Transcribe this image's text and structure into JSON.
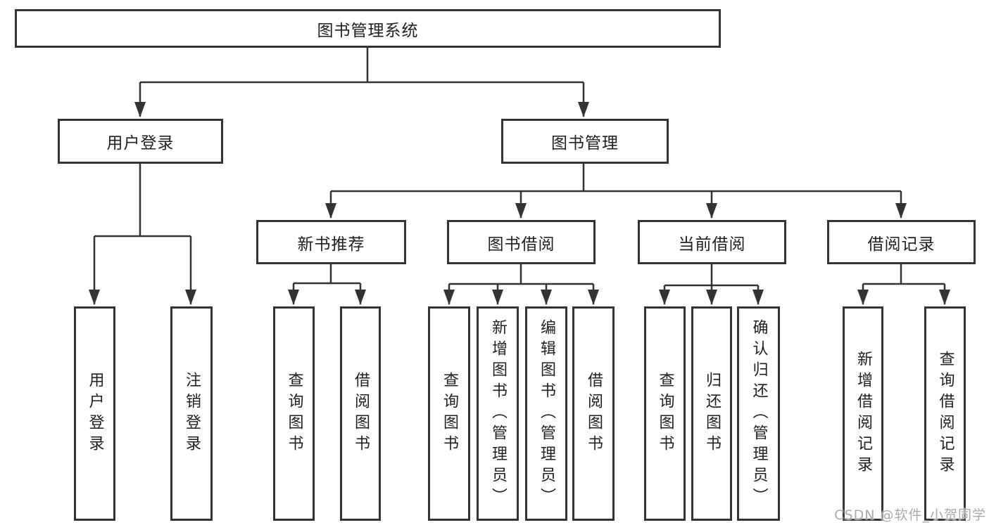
{
  "styles": {
    "background": "#ffffff",
    "box_fill": "#ffffff",
    "border_color": "#333333",
    "line_color": "#333333",
    "text_color": "#1f1f1f",
    "watermark_color": "#a9a9a9"
  },
  "diagram": {
    "root": {
      "label": "图书管理系统"
    },
    "level2": [
      {
        "id": "user-login",
        "label": "用户登录"
      },
      {
        "id": "book-mgmt",
        "label": "图书管理"
      }
    ],
    "user_login_children": [
      {
        "label": "用户登录"
      },
      {
        "label": "注销登录"
      }
    ],
    "level3": [
      {
        "id": "new-book-rec",
        "label": "新书推荐"
      },
      {
        "id": "book-borrow",
        "label": "图书借阅"
      },
      {
        "id": "current-borrow",
        "label": "当前借阅"
      },
      {
        "id": "borrow-records",
        "label": "借阅记录"
      }
    ],
    "new_book_rec_children": [
      {
        "label": "查询图书"
      },
      {
        "label": "借阅图书"
      }
    ],
    "book_borrow_children": [
      {
        "label": "查询图书"
      },
      {
        "label": "新增图书（管理员）"
      },
      {
        "label": "编辑图书（管理员）"
      },
      {
        "label": "借阅图书"
      }
    ],
    "current_borrow_children": [
      {
        "label": "查询图书"
      },
      {
        "label": "归还图书"
      },
      {
        "label": "确认归还（管理员）"
      }
    ],
    "borrow_records_children": [
      {
        "label": "新增借阅记录"
      },
      {
        "label": "查询借阅记录"
      }
    ]
  },
  "watermark": {
    "text": "CSDN @软件_小贺同学"
  }
}
